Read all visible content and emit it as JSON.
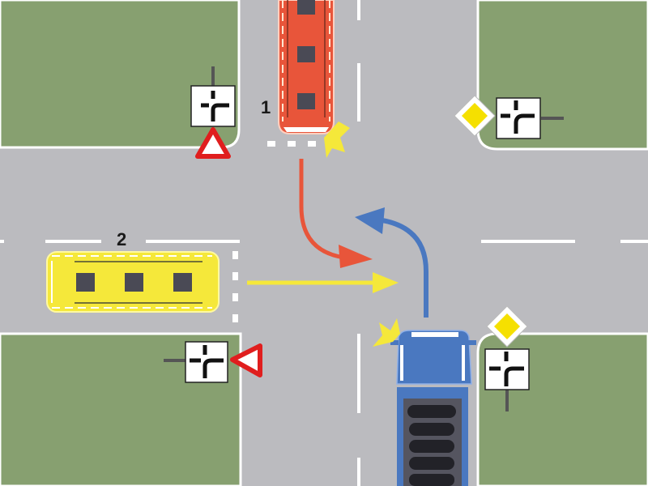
{
  "scene": {
    "title": "Intersection with priority road (bending main road)",
    "colors": {
      "asphalt": "#bbbbbf",
      "grass": "#87a070",
      "marking": "#ffffff",
      "vehicle_1": "#e8553a",
      "vehicle_2": "#f5e83a",
      "vehicle_3": "#4a78c0",
      "priority_sign_fill": "#f5e000",
      "yield_sign_border": "#e01e1e"
    }
  },
  "vehicles": [
    {
      "id": "1",
      "label": "1",
      "type": "bus",
      "color": "red",
      "from": "north",
      "maneuver": "turning left (towards east)",
      "indicator": "left turn signal"
    },
    {
      "id": "2",
      "label": "2",
      "type": "bus",
      "color": "yellow",
      "from": "west",
      "maneuver": "straight ahead (towards east)",
      "indicator": "none"
    },
    {
      "id": "3",
      "label": "",
      "type": "truck",
      "color": "blue",
      "from": "south",
      "maneuver": "turning left (towards west)",
      "indicator": "left turn signal"
    }
  ],
  "signs": [
    {
      "location": "north-west corner",
      "type": "yield",
      "supplementary": "main road direction plate"
    },
    {
      "location": "south-west corner",
      "type": "yield",
      "supplementary": "main road direction plate"
    },
    {
      "location": "north-east corner",
      "type": "priority road",
      "supplementary": "main road direction plate"
    },
    {
      "location": "south-east corner",
      "type": "priority road",
      "supplementary": "main road direction plate"
    }
  ],
  "labels": {
    "vehicle_1": "1",
    "vehicle_2": "2"
  }
}
